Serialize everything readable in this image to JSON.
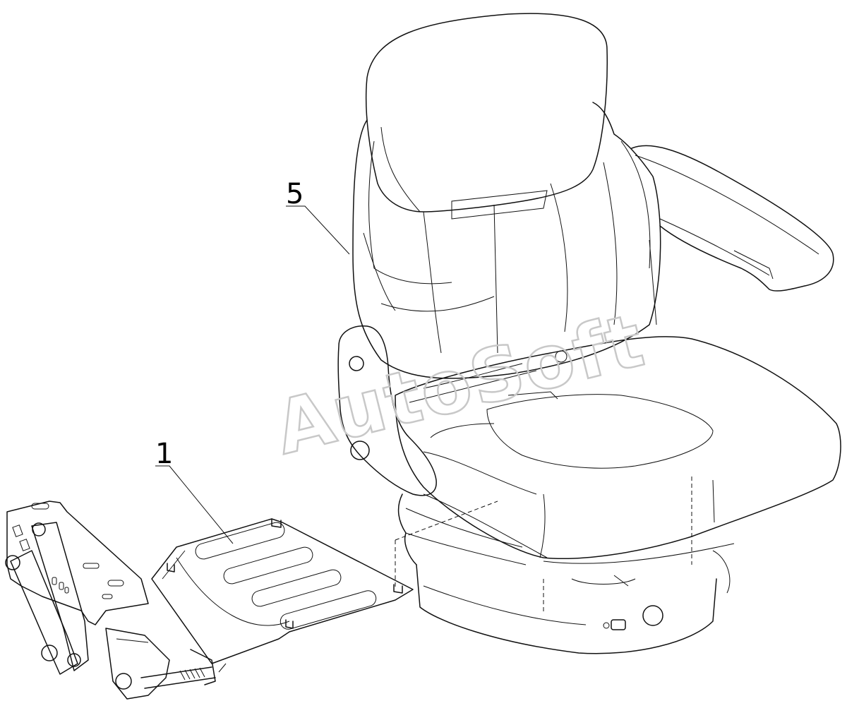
{
  "diagram": {
    "callouts": [
      {
        "id": "1",
        "label": "1"
      },
      {
        "id": "5",
        "label": "5"
      }
    ],
    "watermark": "AutoSoft"
  }
}
